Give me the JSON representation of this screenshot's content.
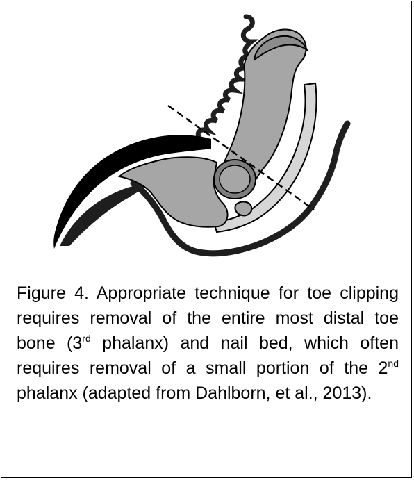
{
  "figure": {
    "caption": {
      "part1": "Figure 4. Appropriate technique for toe clipping requires removal of the entire most distal toe bone (3",
      "sup1": "rd",
      "part2": " phalanx) and nail bed, which often requires removal of a small portion of the 2",
      "sup2": "nd",
      "part3": " phalanx (adapted from Dahlborn, et al., 2013)."
    },
    "colors": {
      "bone": "#a6a6a6",
      "bone_dark": "#7d7d7d",
      "tendon": "#d6d6d6",
      "outline": "#000000",
      "nail": "#000000",
      "skin": "#1e1e1e"
    }
  }
}
